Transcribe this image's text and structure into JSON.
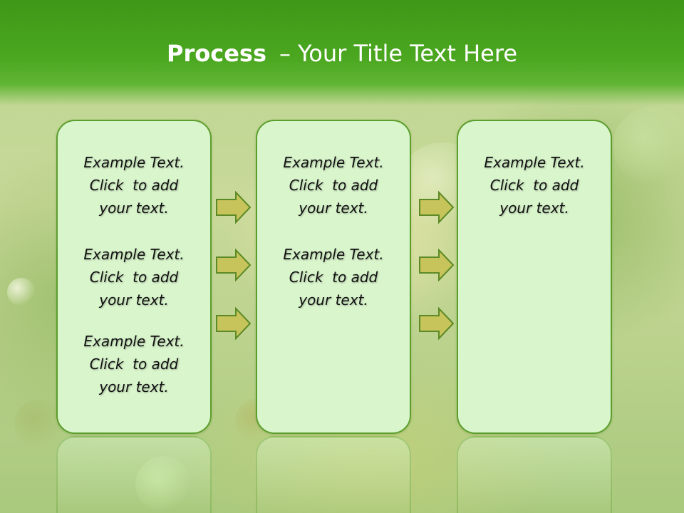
{
  "slide": {
    "title_bold": "Process",
    "title_separator": "–",
    "title_rest": "Your Title Text Here"
  },
  "columns": [
    {
      "paragraphs": [
        [
          "Example Text.",
          "Click  to add",
          "your text."
        ],
        [
          "Example Text.",
          "Click  to add",
          "your text."
        ],
        [
          "Example Text.",
          "Click  to add",
          "your text."
        ]
      ]
    },
    {
      "paragraphs": [
        [
          "Example Text.",
          "Click  to add",
          "your text."
        ],
        [
          "Example Text.",
          "Click  to add",
          "your text."
        ]
      ]
    },
    {
      "paragraphs": [
        [
          "Example Text.",
          "Click  to add",
          "your text."
        ]
      ]
    }
  ],
  "colors": {
    "header_green": "#4aa71f",
    "box_fill": "#d9f5cc",
    "box_border": "#5c9e2c",
    "arrow_fill": "#c7c45c",
    "arrow_border": "#5c8a26"
  },
  "icons": [
    "right-arrow-icon"
  ]
}
